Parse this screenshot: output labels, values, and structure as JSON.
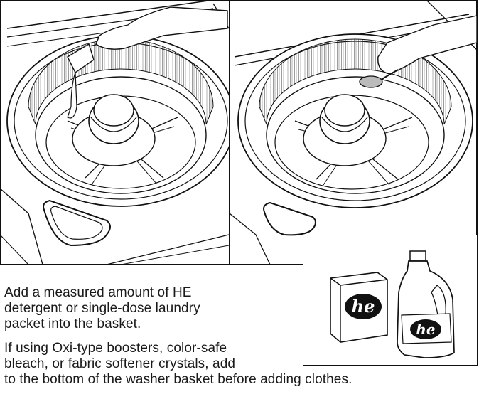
{
  "illustration": {
    "left_panel": "add-detergent-to-basket",
    "right_panel": "add-booster-with-spoon"
  },
  "inset": {
    "box_logo": "he",
    "bottle_logo": "he"
  },
  "instructions": {
    "line1": "Add a measured amount of HE",
    "line2": "detergent or single-dose laundry",
    "line3": "packet into the basket.",
    "line4": "If using Oxi-type boosters, color-safe",
    "line5": "bleach, or fabric softener crystals, add",
    "line6": "to the bottom of the washer basket before adding clothes."
  }
}
